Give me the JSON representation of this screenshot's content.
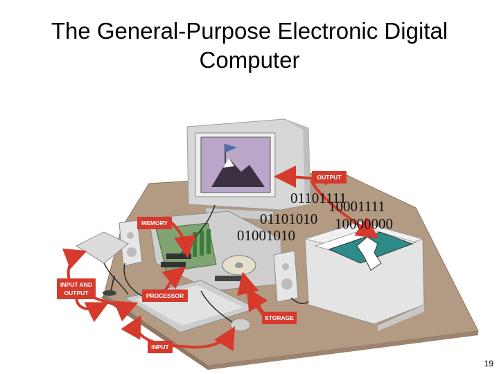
{
  "slide": {
    "title_line1": "The General-Purpose Electronic Digital",
    "title_line2": "Computer",
    "page_number": "19"
  },
  "illustration": {
    "binary_codes": [
      "01101111",
      "10001111",
      "01101010",
      "10000000",
      "01001010"
    ],
    "callouts": {
      "output": "OUTPUT",
      "memory": "MEMORY",
      "input_and_output_line1": "INPUT AND",
      "input_and_output_line2": "OUTPUT",
      "processor": "PROCESSOR",
      "storage": "STORAGE",
      "input": "INPUT"
    }
  },
  "colors": {
    "callout_red": "#d63a2c",
    "desk_brown": "#b39a82",
    "device_gray": "#d8d8d8",
    "screen_teal": "#2d8c8a"
  }
}
